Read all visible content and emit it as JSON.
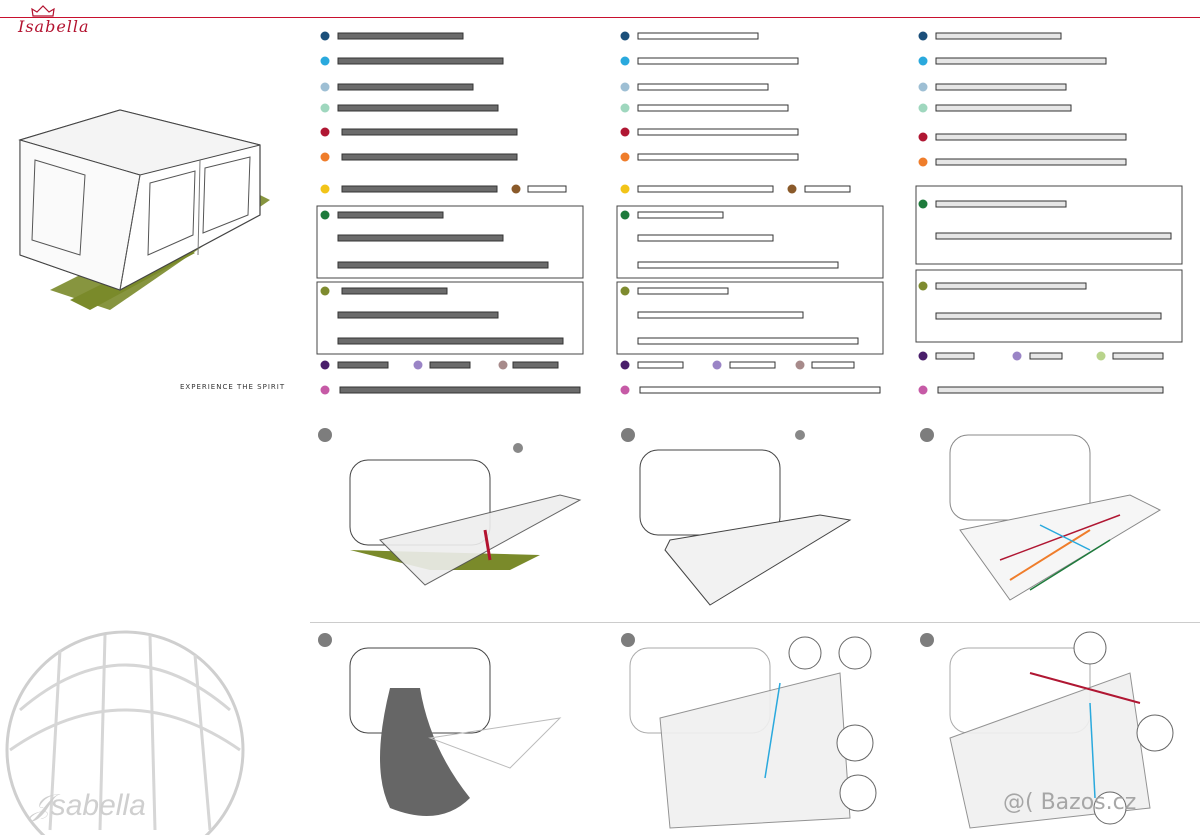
{
  "brand": {
    "name": "Isabella",
    "tagline": "EXPERIENCE THE SPIRIT"
  },
  "watermark": "@( Bazos.cz",
  "colors": {
    "brand_red": "#b3122f",
    "dot_navy": "#1b4f7a",
    "dot_sky": "#2aa9dd",
    "dot_lightblue": "#9ebfd4",
    "dot_mint": "#9fd7be",
    "dot_crimson": "#b01733",
    "dot_orange": "#ef7d2b",
    "dot_yellow": "#f2c418",
    "dot_brown": "#8a5a2a",
    "dot_green": "#1e7b3c",
    "dot_olive": "#7e8b2f",
    "dot_purple": "#4a1f6b",
    "dot_lavender": "#9a84c6",
    "dot_mauve": "#a78a8a",
    "dot_pink": "#c65aa6",
    "dot_lime": "#b9d48c",
    "grass": "#7a8a2a"
  }
}
